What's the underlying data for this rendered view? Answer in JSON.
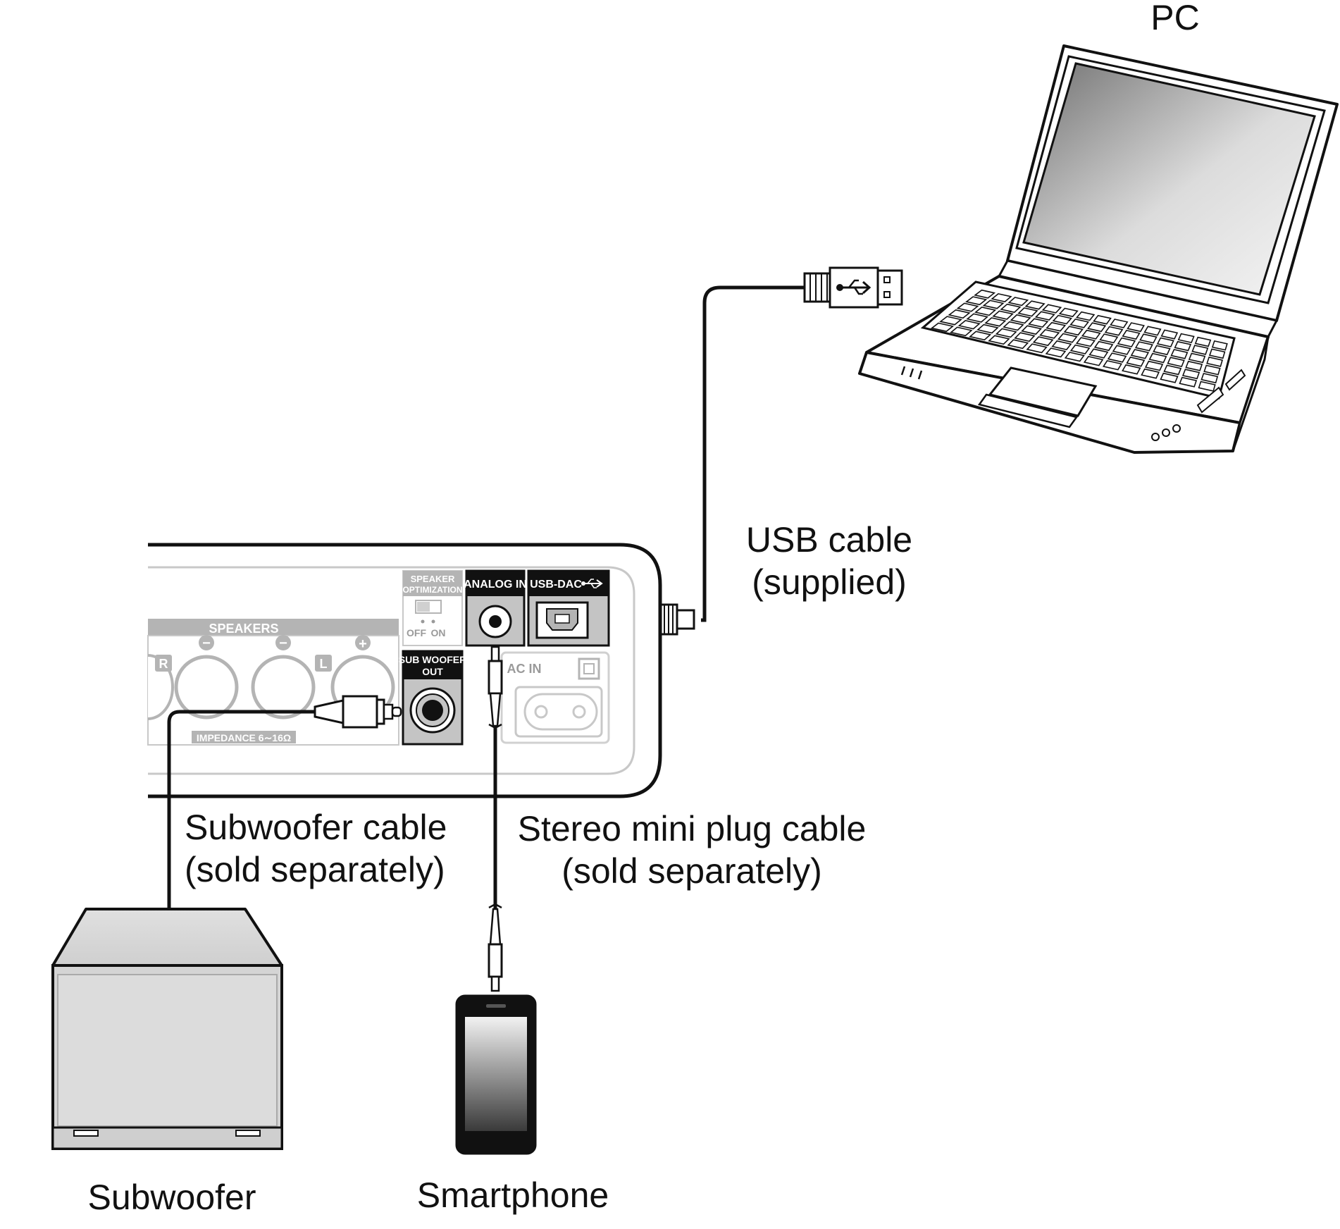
{
  "labels": {
    "pc": "PC",
    "usb_cable_line1": "USB cable",
    "usb_cable_line2": "(supplied)",
    "sub_cable_line1": "Subwoofer cable",
    "sub_cable_line2": "(sold separately)",
    "mini_cable_line1": "Stereo mini plug cable",
    "mini_cable_line2": "(sold separately)",
    "subwoofer": "Subwoofer",
    "smartphone": "Smartphone"
  },
  "panel": {
    "speakers": "SPEAKERS",
    "speaker_opt_line1": "SPEAKER",
    "speaker_opt_line2": "OPTIMIZATION",
    "off": "OFF",
    "on": "ON",
    "analog_in": "ANALOG IN",
    "usb_dac": "USB-DAC",
    "sub_out_line1": "SUB WOOFER",
    "sub_out_line2": "OUT",
    "ac_in": "AC IN",
    "impedance": "IMPEDANCE 6∼16Ω",
    "r": "R",
    "l": "L",
    "minus": "−",
    "plus": "+"
  },
  "colors": {
    "line": "#111111",
    "panel_gray": "#b4b4b4",
    "jack_dark": "#1a1a1a"
  }
}
